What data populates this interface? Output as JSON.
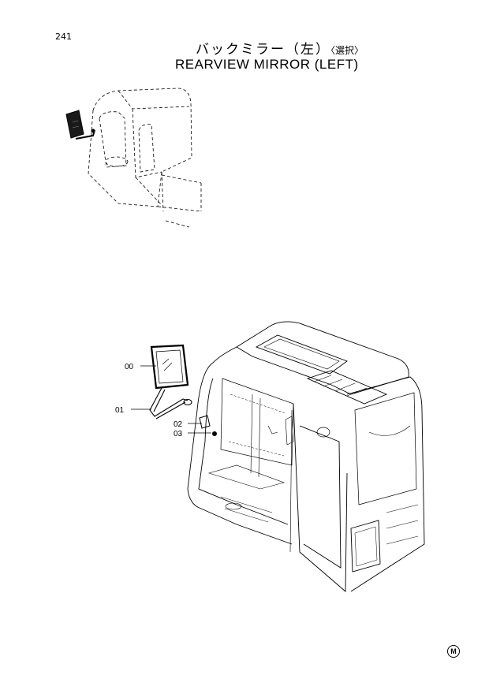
{
  "page": {
    "number": "241"
  },
  "title": {
    "japanese": "バックミラー（左）",
    "japanese_note": "〈選択〉",
    "english": "REARVIEW MIRROR (LEFT)"
  },
  "callouts": [
    {
      "id": "00",
      "part": "mirror"
    },
    {
      "id": "01",
      "part": "stay"
    },
    {
      "id": "02",
      "part": "bracket"
    },
    {
      "id": "03",
      "part": "bolt"
    }
  ],
  "corner_mark": "M"
}
